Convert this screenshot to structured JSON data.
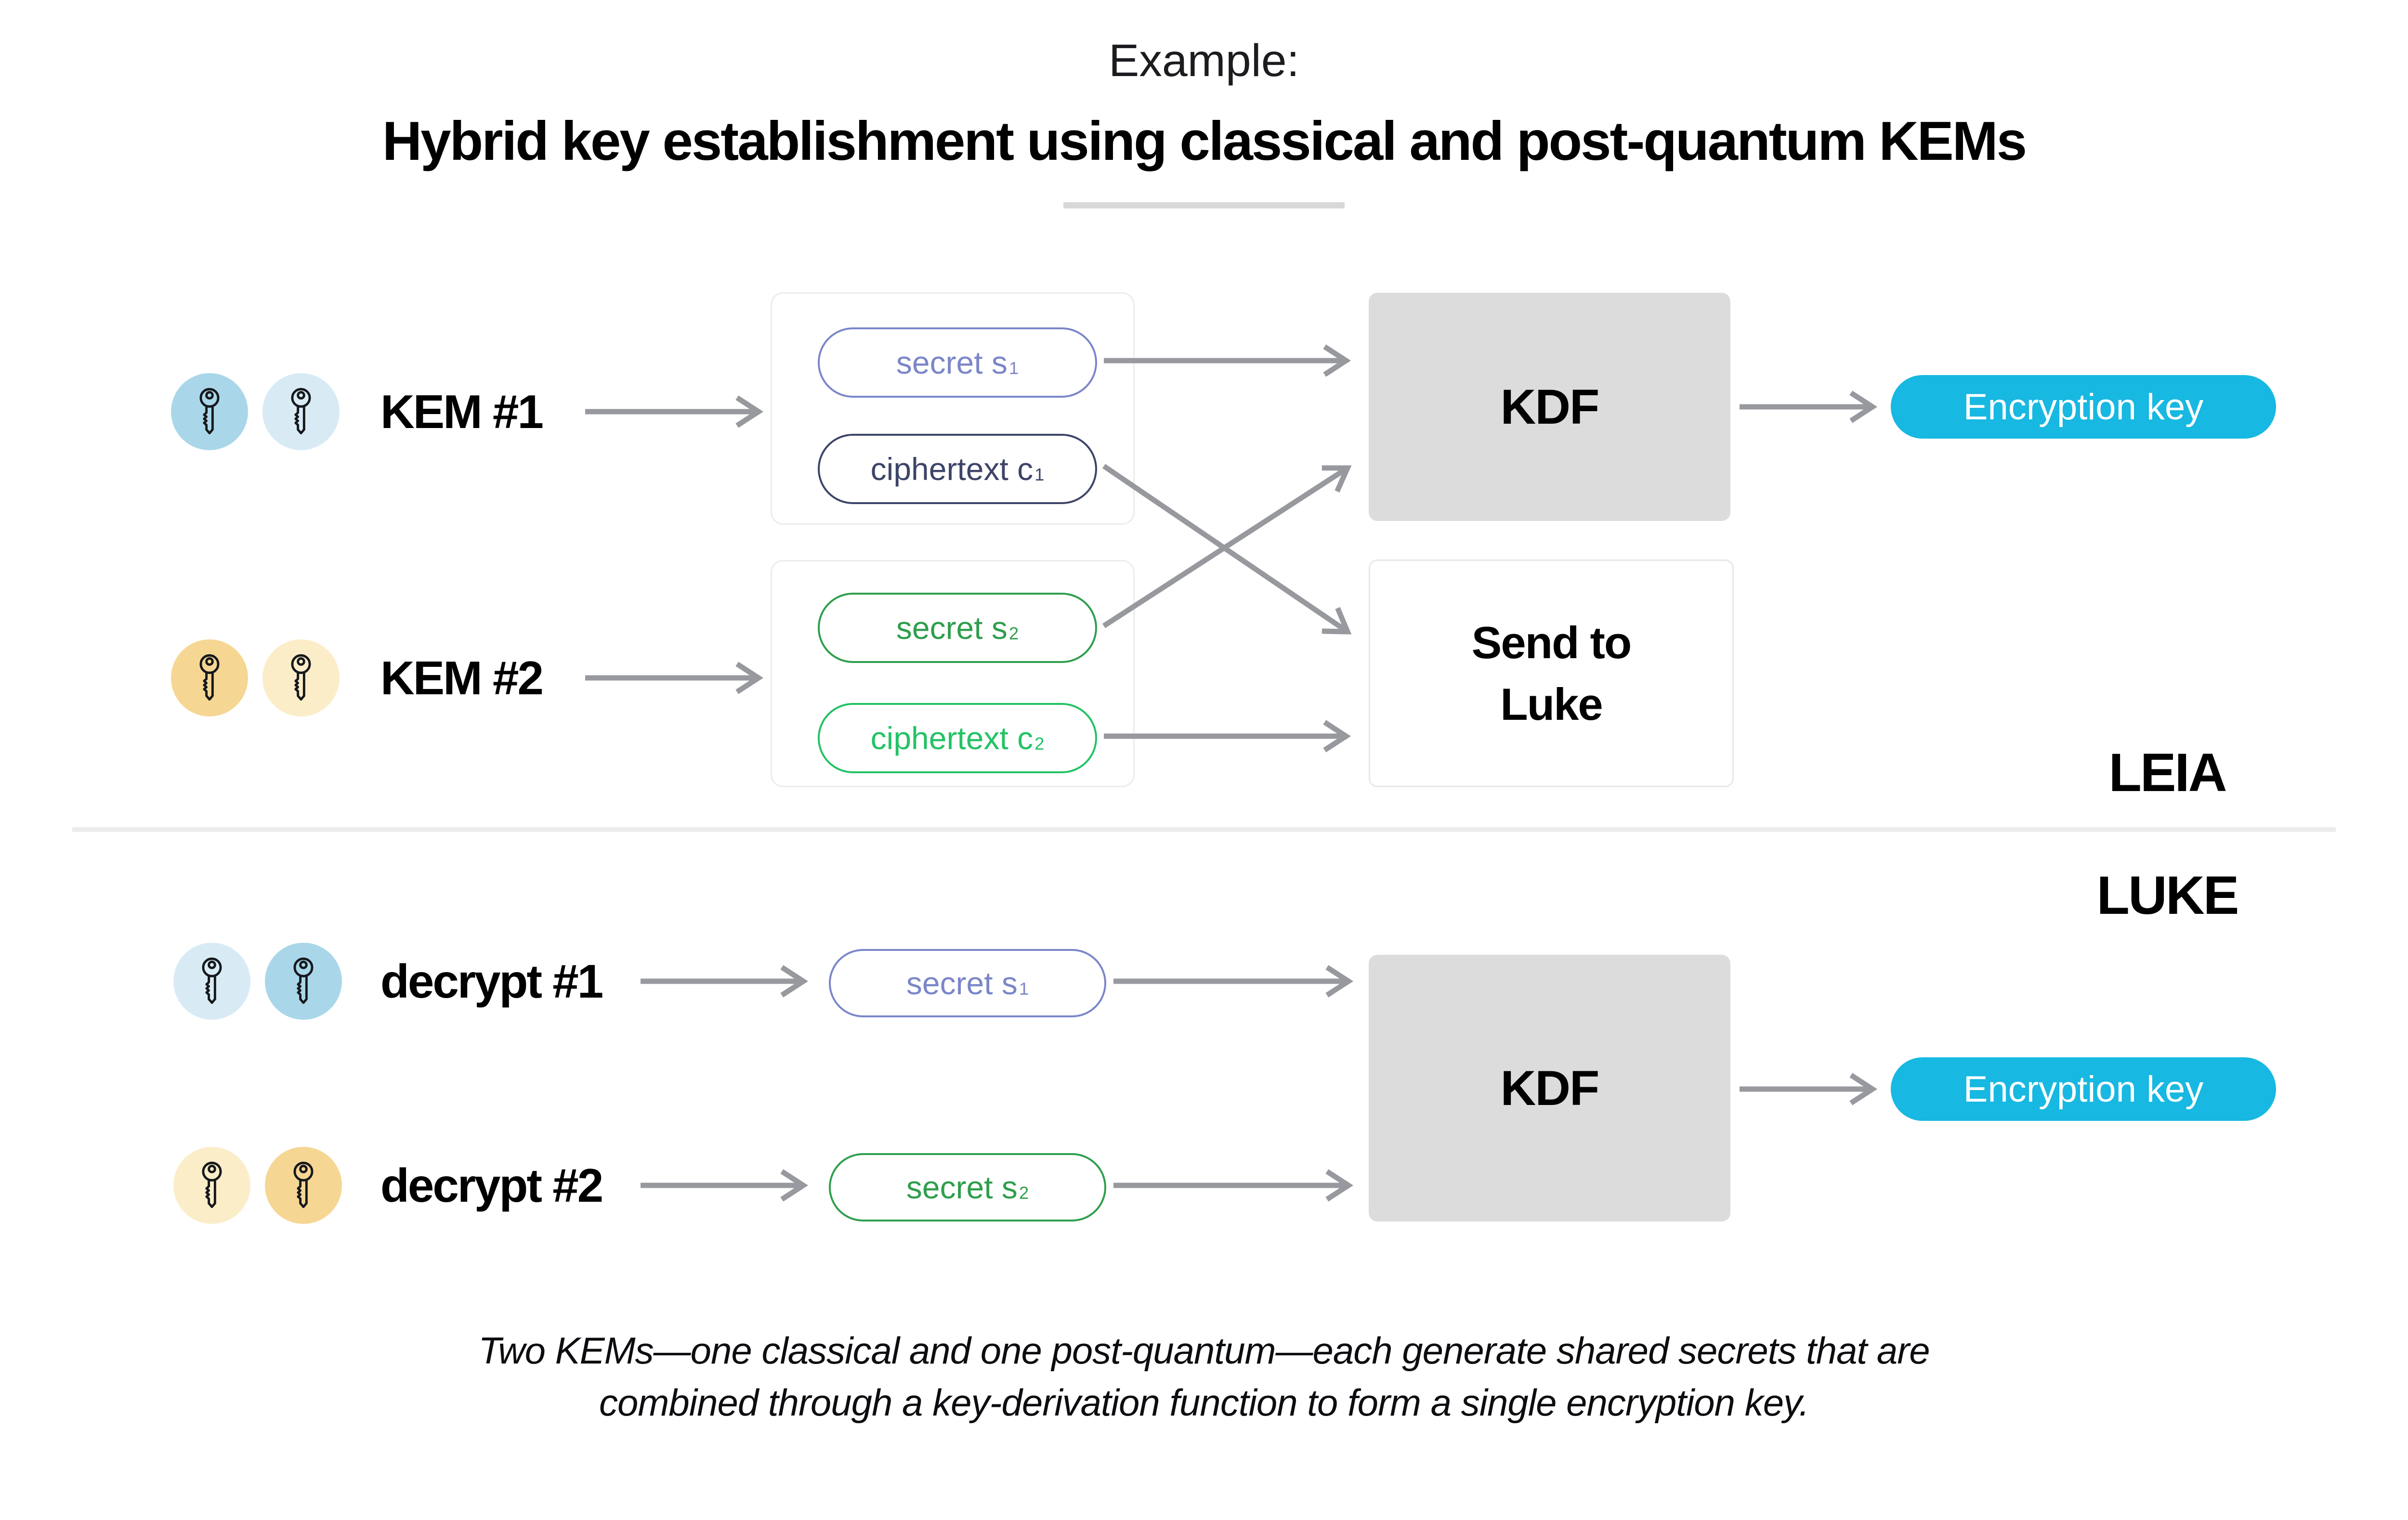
{
  "title": {
    "eyebrow": "Example:",
    "main": "Hybrid key establishment using classical and post-quantum KEMs"
  },
  "leia": {
    "section_label": "LEIA",
    "kem1": {
      "label": "KEM #1"
    },
    "kem2": {
      "label": "KEM #2"
    },
    "secret1": {
      "label": "secret s",
      "sub": "1"
    },
    "ciphertext1": {
      "label": "ciphertext c",
      "sub": "1"
    },
    "secret2": {
      "label": "secret s",
      "sub": "2"
    },
    "ciphertext2": {
      "label": "ciphertext c",
      "sub": "2"
    },
    "kdf": {
      "label": "KDF"
    },
    "send": {
      "line1": "Send to",
      "line2": "Luke"
    },
    "encryption_key": {
      "label": "Encryption key"
    }
  },
  "luke": {
    "section_label": "LUKE",
    "decrypt1": {
      "label": "decrypt #1"
    },
    "decrypt2": {
      "label": "decrypt #2"
    },
    "secret1": {
      "label": "secret s",
      "sub": "1"
    },
    "secret2": {
      "label": "secret s",
      "sub": "2"
    },
    "kdf": {
      "label": "KDF"
    },
    "encryption_key": {
      "label": "Encryption key"
    }
  },
  "caption": {
    "line1": "Two KEMs—one classical and one post-quantum—each generate shared secrets that are",
    "line2": "combined through a key-derivation function to form a single encryption key."
  },
  "icons": {
    "key": "key-icon"
  },
  "colors": {
    "accent_cyan": "#17b8e1",
    "secret1": "#7b86c9",
    "ciphertext1": "#3d4468",
    "secret2": "#2f9e4d",
    "ciphertext2": "#23c365",
    "key_blue_dark": "#a9d7e9",
    "key_blue_light": "#d8ebf5",
    "key_yellow_dark": "#f6d693",
    "key_yellow_light": "#fcedc9",
    "kdf_gray": "#dcdcdc",
    "arrow_gray": "#97999e"
  }
}
